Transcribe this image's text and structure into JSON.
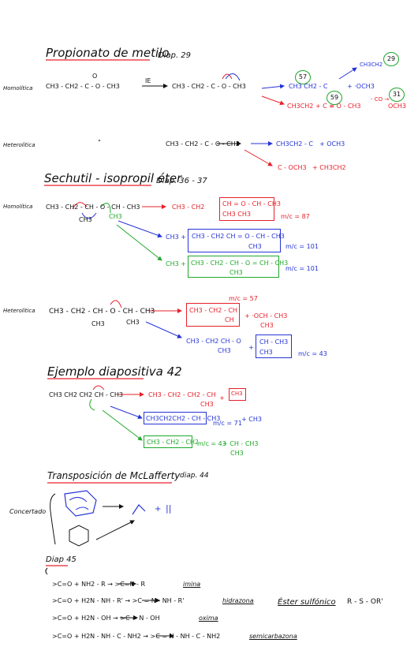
{
  "section1": {
    "title": "Propionato de metilo",
    "diap": "Diap. 29",
    "homolitica_label": "Homolítica",
    "reactant": "CH3 - CH2 - C - O - CH3",
    "reactant_o": "O",
    "ie": "IE",
    "radical_cation": "CH3 - CH2 - C - O - CH3",
    "blue_product": "CH3 CH2 - C",
    "blue_plus_och3": "+ ·OCH3",
    "blue_ch3ch2": "CH3CH2",
    "red_product": "CH3CH2 + C ≡ O - CH3",
    "red_co": "- CO →",
    "red_och3": "OCH3",
    "circle_57": "57",
    "circle_29": "29",
    "circle_59": "59",
    "circle_31": "31",
    "heterolitica_label": "Heterolítica",
    "ditto": "\"",
    "hetero_reactant": "CH3 - CH2 - C - O - CH3",
    "hetero_blue": "CH3CH2 - C",
    "hetero_blue_plus": "+ OCH3",
    "hetero_red": "C - OCH3",
    "hetero_red_plus": "+ CH3CH2"
  },
  "section2": {
    "title": "Sechutil - isopropil éter",
    "diap": "Diap. 36 - 37",
    "homolitica_label": "Homolítica",
    "reactant": "CH3 - CH2 - CH - O - CH - CH3",
    "reactant_ch3_a": "CH3",
    "reactant_ch3_b": "CH3",
    "red_left": "CH3 - CH2",
    "red_box": "CH = O - CH - CH3",
    "red_box_sub": "CH3     CH3",
    "mz_87": "m/c = 87",
    "blue_left": "CH3 +",
    "blue_box": "CH3 - CH2 CH = O - CH - CH3",
    "blue_box_sub": "CH3",
    "mz_101a": "m/c = 101",
    "green_left": "CH3 +",
    "green_box": "CH3 - CH2 - CH - O = CH - CH3",
    "green_box_sub": "CH3",
    "mz_101b": "m/c = 101",
    "heterolitica_label": "Heterolítica",
    "hetero_reactant": "CH3 - CH2 - CH - O - CH - CH3",
    "hetero_ch3_a": "CH3",
    "hetero_ch3_b": "CH3",
    "mz_57": "m/c = 57",
    "hetero_red_box": "CH3 - CH2 - CH",
    "hetero_red_box_sub": "CH",
    "hetero_red_plus": "+ ·OCH - CH3",
    "hetero_red_plus_sub": "CH3",
    "hetero_blue_left": "CH3 - CH2 CH - O",
    "hetero_blue_left_sub": "CH3",
    "hetero_blue_box": "CH - CH3",
    "hetero_blue_box_sub": "CH3",
    "mz_43": "m/c = 43"
  },
  "section3": {
    "title": "Ejemplo diapositiva 42",
    "reactant": "CH3 CH2 CH2 CH - CH3",
    "red_product": "CH3 - CH2 - CH2 - CH",
    "red_product_sub": "CH3",
    "red_box": "CH3",
    "blue_box": "CH3CH2CH2 - CH - CH3",
    "mz_71": "m/c = 71",
    "blue_plus": "+ CH3",
    "green_box": "CH3 - CH2 - CH2",
    "mz_43": "m/c = 43",
    "green_plus": "+ CH - CH3",
    "green_plus_sub": "CH3"
  },
  "section4": {
    "title": "Transposición de McLafferty",
    "diap": "diap. 44",
    "concertado": "Concertado",
    "plus": "+",
    "double_bond": "||"
  },
  "section5": {
    "title": "Diap 45",
    "rows": [
      {
        "eq": ">C=O + NH2 - R → >C=N - R",
        "name": "imina"
      },
      {
        "eq": ">C=O + H2N - NH - R' → >C = N - NH - R'",
        "name": "hidrazona"
      },
      {
        "eq": ">C=O + H2N - OH → >C = N - OH",
        "name": "oxima"
      },
      {
        "eq": ">C=O + H2N - NH - C - NH2 → >C = N - NH - C - NH2",
        "name": "semicarbazona"
      }
    ],
    "ester_label": "Éster sulfónico",
    "ester_formula": "R - S - OR'"
  }
}
